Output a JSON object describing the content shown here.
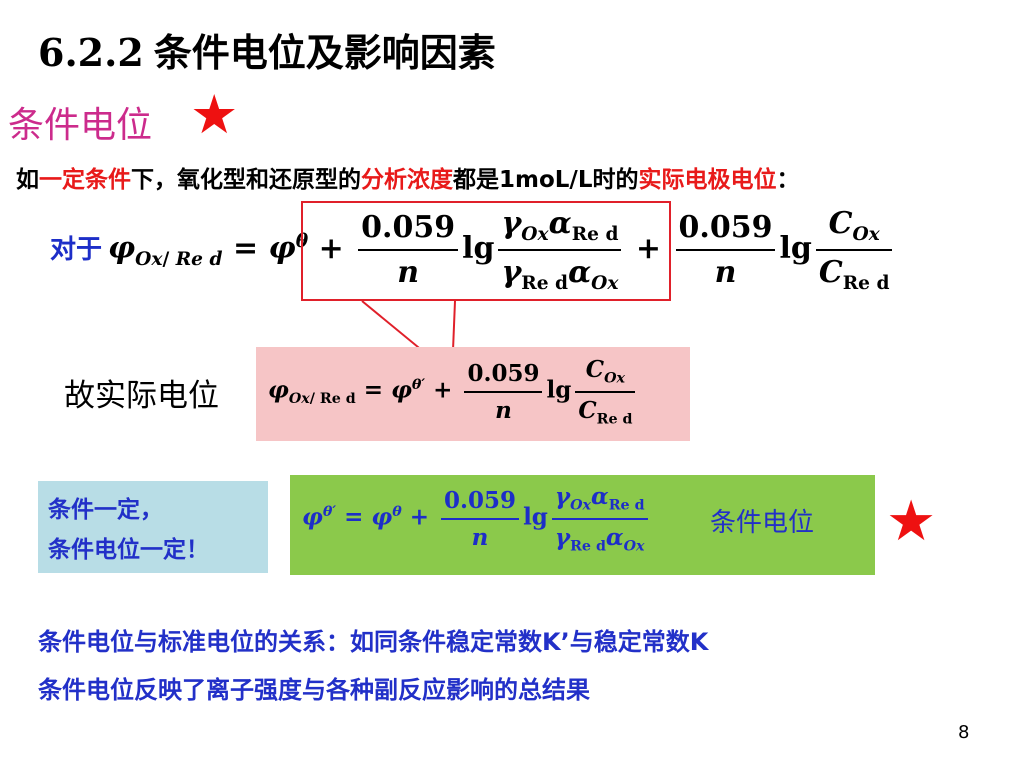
{
  "title": {
    "number": "6.2.2",
    "text": "条件电位及影响因素"
  },
  "subheading": {
    "text": "条件电位",
    "star": "★"
  },
  "description": {
    "parts": [
      "如",
      "一定条件",
      "下，氧化型和还原型的",
      "分析浓度",
      "都是1moL/L时的",
      "实际电极电位",
      "："
    ]
  },
  "formula1": {
    "lead": "对于",
    "phi": "φ",
    "sub_lhs": "Ox/ Re d",
    "eq": "=",
    "phi0": "φ",
    "sup_theta": "θ",
    "plus": "+",
    "coef": "0.059",
    "n": "n",
    "lg": "lg",
    "gamma": "γ",
    "alpha": "α",
    "sub_ox": "Ox",
    "sub_red": "Re d",
    "C": "C"
  },
  "actual_label": "故实际电位",
  "formula2": {
    "phi": "φ",
    "sub_lhs": "Ox/ Re d",
    "eq": "=",
    "sup_theta_prime": "θ′",
    "plus": "+",
    "coef": "0.059",
    "n": "n",
    "lg": "lg",
    "C": "C",
    "sub_ox": "Ox",
    "sub_red": "Re d"
  },
  "note_box": {
    "line1": "条件一定，",
    "line2": "条件电位一定！"
  },
  "formula3": {
    "phi": "φ",
    "sup_theta_prime": "θ′",
    "eq": "=",
    "sup_theta": "θ",
    "plus": "+",
    "coef": "0.059",
    "n": "n",
    "lg": "lg",
    "gamma": "γ",
    "alpha": "α",
    "sub_ox": "Ox",
    "sub_red": "Re d"
  },
  "condition_label": "条件电位",
  "star2": "★",
  "bottom_lines": [
    "条件电位与标准电位的关系：如同条件稳定常数K’与稳定常数K",
    "条件电位反映了离子强度与各种副反应影响的总结果"
  ],
  "page_number": "8",
  "colors": {
    "title": "#000000",
    "subheading": "#cc2b8c",
    "highlight_red": "#e81a1a",
    "star": "#ee1111",
    "blue_text": "#2230c8",
    "pink_box": "#f6c5c6",
    "blue_box": "#b8dde6",
    "green_box": "#8bc94b",
    "callout_border": "#e0202a"
  }
}
